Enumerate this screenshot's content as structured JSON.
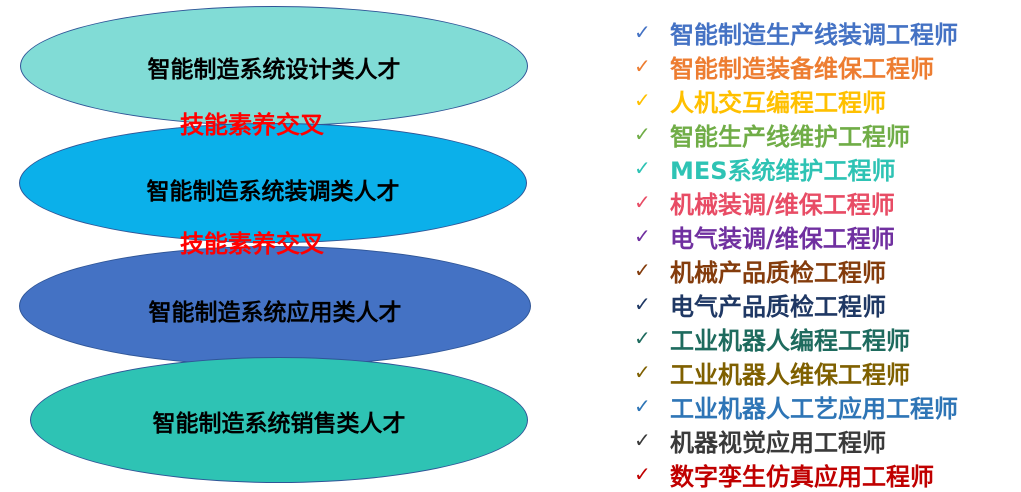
{
  "categories": [
    "智能制造系统设计类人才",
    "智能制造系统装调类人才",
    "智能制造系统应用类人才",
    "智能制造系统销售类人才"
  ],
  "crossover_label": "技能素养交叉",
  "jobs": [
    {
      "label": "智能制造生产线装调工程师",
      "color": "#4472c4"
    },
    {
      "label": "智能制造装备维保工程师",
      "color": "#ed7d31"
    },
    {
      "label": "人机交互编程工程师",
      "color": "#ffc000"
    },
    {
      "label": "智能生产线维护工程师",
      "color": "#70ad47"
    },
    {
      "label": "MES系统维护工程师",
      "color": "#2ec3b4"
    },
    {
      "label": "机械装调/维保工程师",
      "color": "#e84c65"
    },
    {
      "label": "电气装调/维保工程师",
      "color": "#7030a0"
    },
    {
      "label": "机械产品质检工程师",
      "color": "#843c0c"
    },
    {
      "label": "电气产品质检工程师",
      "color": "#1f3864"
    },
    {
      "label": "工业机器人编程工程师",
      "color": "#1e6b5e"
    },
    {
      "label": "工业机器人维保工程师",
      "color": "#7f6000"
    },
    {
      "label": "工业机器人工艺应用工程师",
      "color": "#2e75b6"
    },
    {
      "label": "机器视觉应用工程师",
      "color": "#3a3a3a"
    },
    {
      "label": "数字孪生仿真应用工程师",
      "color": "#c00000"
    }
  ],
  "check_icon": "check-icon"
}
